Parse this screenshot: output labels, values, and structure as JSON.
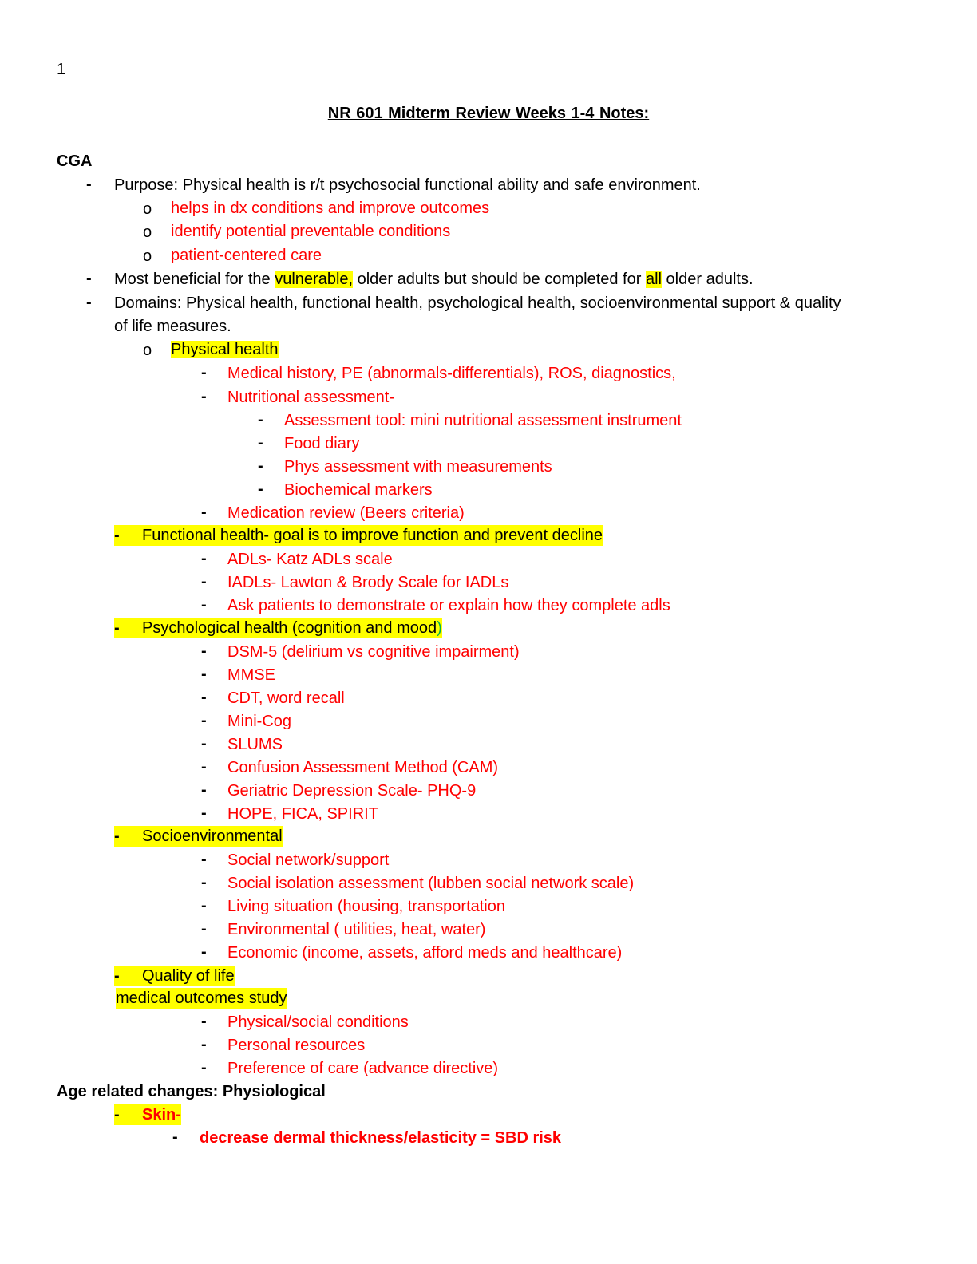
{
  "page_number": "1",
  "title": "NR 601 Midterm Review Weeks 1-4 Notes:",
  "heading_cga": "CGA",
  "purpose": "Purpose: Physical health is r/t psychosocial functional ability and safe environment.",
  "purpose_items": [
    "helps in dx conditions and improve outcomes",
    "identify potential preventable conditions",
    "patient-centered care"
  ],
  "beneficial": {
    "part1": "Most beneficial for the ",
    "hl1": "vulnerable,",
    "part2": " older adults but should be completed for ",
    "hl2": "all",
    "part3": " older adults."
  },
  "domains_line1": "Domains: Physical health, functional health, psychological health, socioenvironmental support & quality",
  "domains_line2": "of life measures.",
  "physical": {
    "label": "Physical health",
    "items": [
      "Medical history, PE (abnormals-differentials), ROS, diagnostics,",
      "Nutritional assessment-"
    ],
    "nutrition": [
      "Assessment tool: mini nutritional assessment instrument",
      "Food diary",
      "Phys assessment with measurements",
      "Biochemical markers"
    ],
    "medication": "Medication review (Beers criteria)"
  },
  "functional": {
    "label": "Functional health- goal is to improve function and prevent decline",
    "items": [
      "ADLs- Katz ADLs scale",
      "IADLs- Lawton & Brody Scale for IADLs",
      "Ask patients to demonstrate or explain how they complete adls"
    ]
  },
  "psychological": {
    "label": "Psychological health (cognition and mood",
    "paren": ")",
    "items": [
      "DSM-5 (delirium vs cognitive impairment)",
      "MMSE",
      "CDT, word recall",
      "Mini-Cog",
      "SLUMS",
      "Confusion Assessment Method (CAM)",
      "Geriatric Depression Scale- PHQ-9",
      "HOPE, FICA, SPIRIT"
    ]
  },
  "socio": {
    "label": "Socioenvironmental",
    "items": [
      "Social network/support",
      "Social isolation assessment (lubben social network scale)",
      "Living situation (housing, transportation",
      "Environmental ( utilities, heat, water)",
      "Economic (income, assets, afford meds and healthcare)"
    ]
  },
  "quality": {
    "label": "Quality of life",
    "sublabel": "medical outcomes study",
    "items": [
      "Physical/social conditions",
      "Personal resources",
      "Preference of care (advance directive)"
    ]
  },
  "age_heading": "Age related changes: Physiological",
  "skin": {
    "label": "Skin-",
    "item": "decrease dermal thickness/elasticity = SBD risk"
  },
  "colors": {
    "text": "#000000",
    "note": "#ff0000",
    "highlight": "#ffff00",
    "green": "#00b050"
  },
  "bullets": {
    "dash": "-",
    "circle": "o"
  }
}
